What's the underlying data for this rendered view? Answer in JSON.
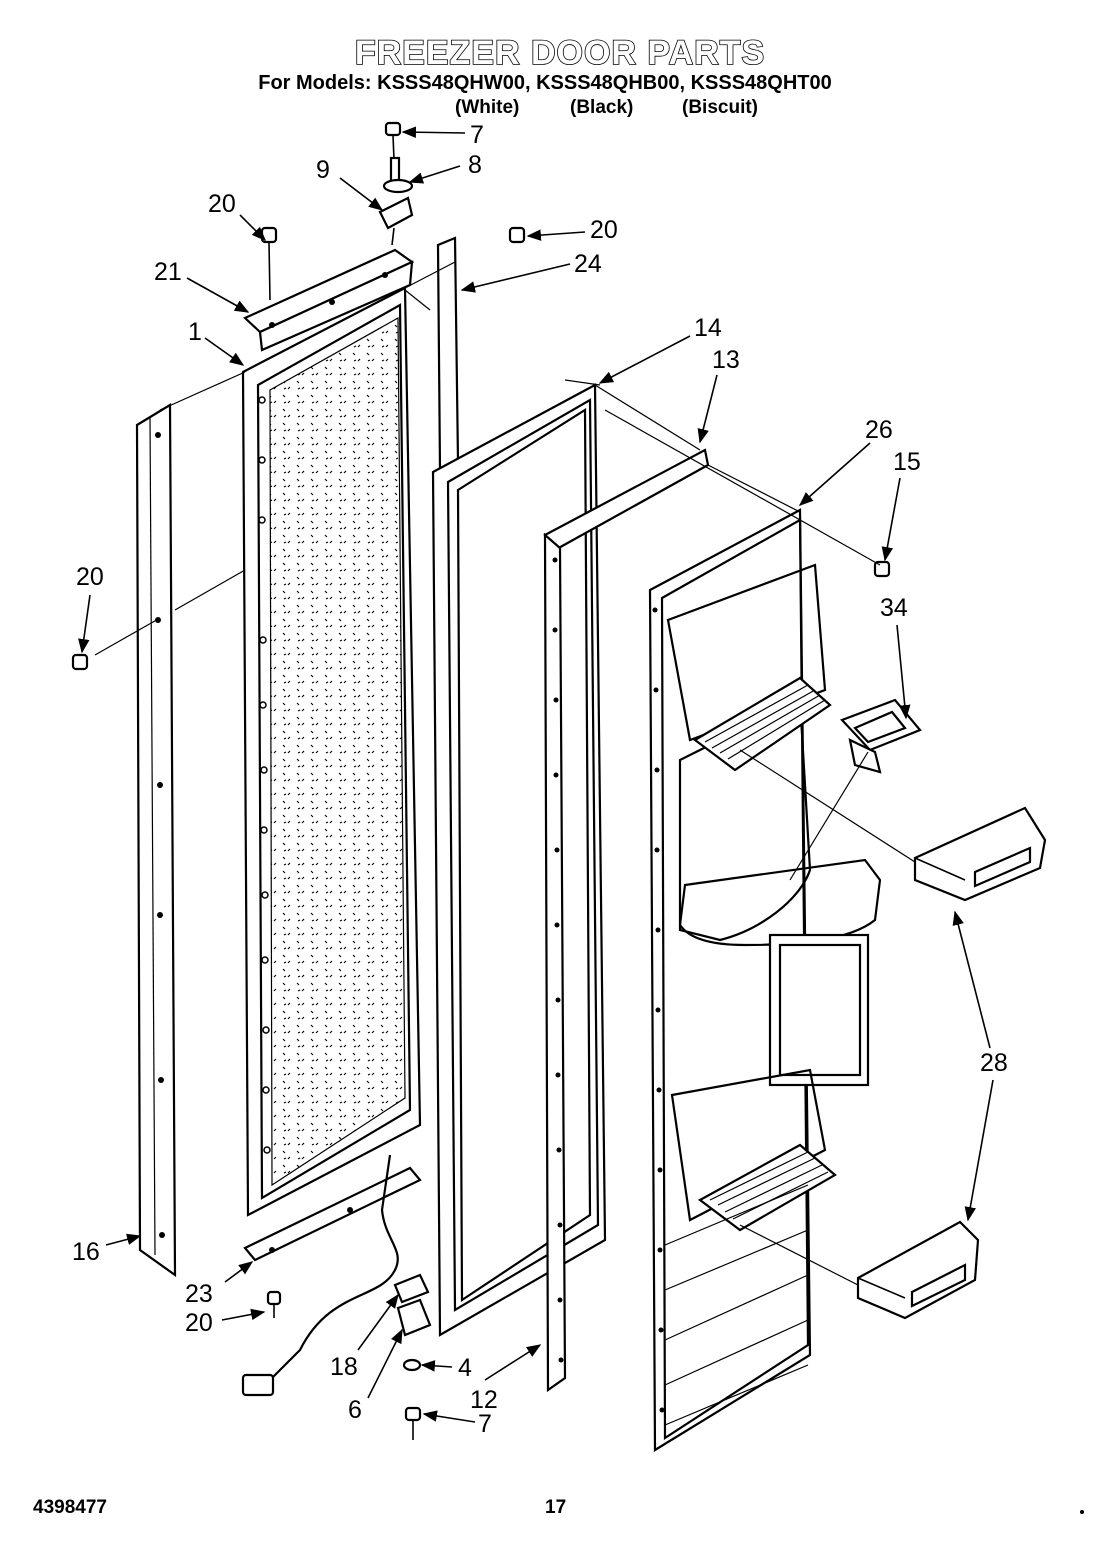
{
  "header": {
    "title": "FREEZER DOOR PARTS",
    "models_line": "For Models: KSSS48QHW00, KSSS48QHB00, KSSS48QHT00",
    "variants": [
      "(White)",
      "(Black)",
      "(Biscuit)"
    ]
  },
  "callouts": {
    "c7a": "7",
    "c8": "8",
    "c9": "9",
    "c20a": "20",
    "c20b": "20",
    "c21": "21",
    "c24": "24",
    "c1": "1",
    "c14": "14",
    "c13": "13",
    "c26": "26",
    "c15": "15",
    "c20c": "20",
    "c34": "34",
    "c28": "28",
    "c16": "16",
    "c23": "23",
    "c20d": "20",
    "c18": "18",
    "c4": "4",
    "c12": "12",
    "c6": "6",
    "c7b": "7"
  },
  "footer": {
    "doc_number": "4398477",
    "page_number": "17"
  }
}
